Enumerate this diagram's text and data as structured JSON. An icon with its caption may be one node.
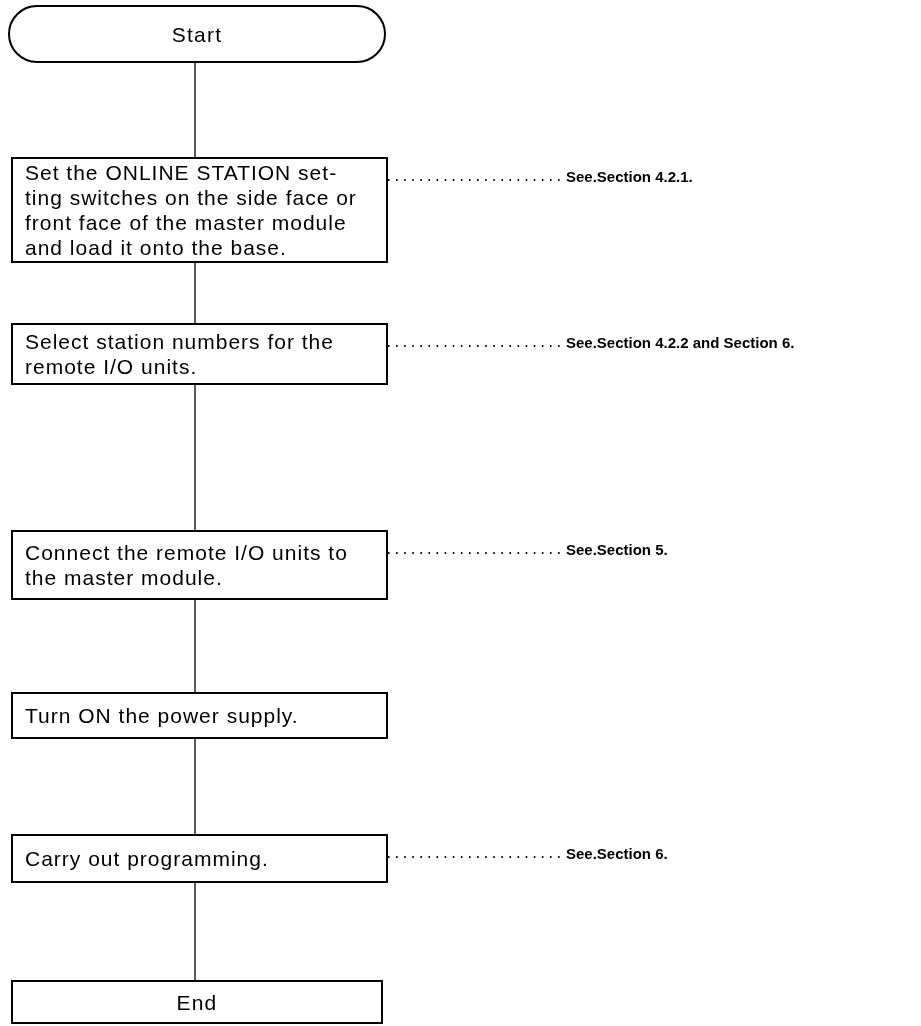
{
  "diagram": {
    "nodes": [
      {
        "text": [
          "Start"
        ]
      },
      {
        "text": [
          "Set the ONLINE STATION set-ting switches on the side face or front face of the master module and load it onto the base."
        ]
      },
      {
        "text": [
          "See.Section 4.2.1."
        ]
      },
      {
        "text": [
          "Select station numbers for the remote I/O units."
        ]
      },
      {
        "text": [
          "See.Section 4.2.2 and Section 6."
        ]
      },
      {
        "text": [
          "Connect the remote I/O units to the master module."
        ]
      },
      {
        "text": [
          "See.Section 5."
        ]
      },
      {
        "text": [
          "Turn ON the power supply."
        ]
      },
      {
        "text": [
          "Carry out programming."
        ]
      },
      {
        "text": [
          "See.Section 6."
        ]
      },
      {
        "text": [
          "End"
        ]
      }
    ],
    "edges": [
      {
        "from": 0,
        "to": 1,
        "arrow": "none"
      },
      {
        "from": 1,
        "to": 3,
        "arrow": "none"
      },
      {
        "from": 3,
        "to": 5,
        "arrow": "none"
      },
      {
        "from": 5,
        "to": 7,
        "arrow": "none"
      },
      {
        "from": 7,
        "to": 8,
        "arrow": "none"
      },
      {
        "from": 8,
        "to": 10,
        "arrow": "none"
      },
      {
        "from": 1,
        "to": 2,
        "arrow": "none",
        "style": "dashed"
      },
      {
        "from": 3,
        "to": 4,
        "arrow": "none",
        "style": "dashed"
      },
      {
        "from": 5,
        "to": 6,
        "arrow": "none",
        "style": "dashed"
      },
      {
        "from": 8,
        "to": 9,
        "arrow": "none",
        "style": "dashed"
      }
    ]
  }
}
